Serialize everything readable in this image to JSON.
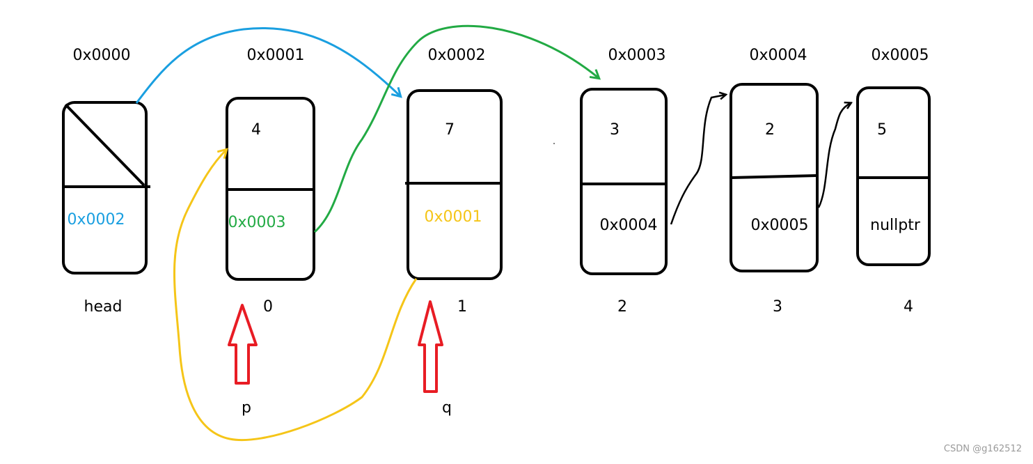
{
  "colors": {
    "ink": "#000000",
    "blue": "#1a9fe0",
    "green": "#22aa44",
    "yellow": "#f5c518",
    "red": "#e81c24",
    "watermark": "#9a9a9a"
  },
  "nodes": [
    {
      "address": "0x0000",
      "data": "",
      "next": "0x0002",
      "next_color": "blue",
      "index": "head"
    },
    {
      "address": "0x0001",
      "data": "4",
      "next": "0x0003",
      "next_color": "green",
      "index": "0"
    },
    {
      "address": "0x0002",
      "data": "7",
      "next": "0x0001",
      "next_color": "yellow",
      "index": "1"
    },
    {
      "address": "0x0003",
      "data": "3",
      "next": "0x0004",
      "next_color": "ink",
      "index": "2"
    },
    {
      "address": "0x0004",
      "data": "2",
      "next": "0x0005",
      "next_color": "ink",
      "index": "3"
    },
    {
      "address": "0x0005",
      "data": "5",
      "next": "nullptr",
      "next_color": "ink",
      "index": "4"
    }
  ],
  "pointers": [
    {
      "name": "p",
      "target_index": "0"
    },
    {
      "name": "q",
      "target_index": "1"
    }
  ],
  "watermark": "CSDN @g162512"
}
